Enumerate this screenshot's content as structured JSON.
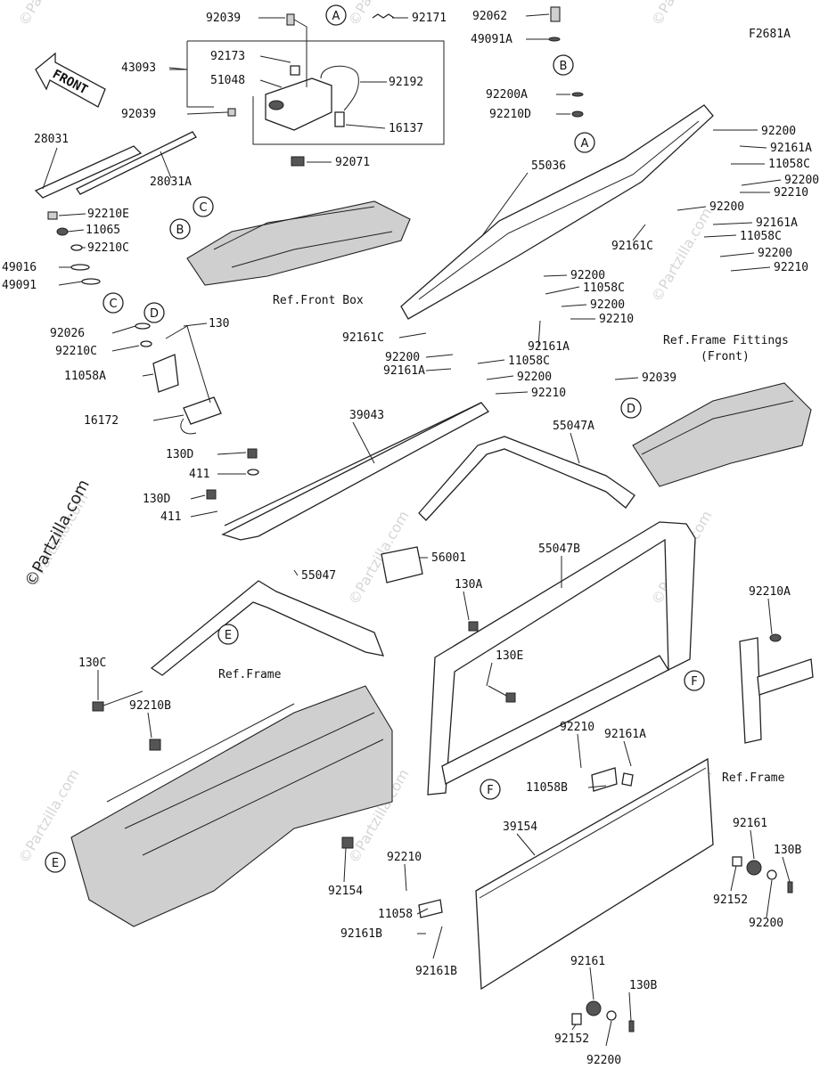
{
  "figure_code": "F2681A",
  "watermark": "©Partzilla.com",
  "front_label": "FRONT",
  "refs": {
    "front_box": "Ref.Front Box",
    "frame_fittings_1": "Ref.Frame Fittings",
    "frame_fittings_2": "(Front)",
    "frame_1": "Ref.Frame",
    "frame_2": "Ref.Frame"
  },
  "callouts": {
    "A": "A",
    "B": "B",
    "C": "C",
    "D": "D",
    "E": "E",
    "F": "F"
  },
  "parts": [
    "92039",
    "92171",
    "92062",
    "49091A",
    "43093",
    "92173",
    "51048",
    "92192",
    "92039",
    "16137",
    "92071",
    "92200A",
    "92210D",
    "F2681A",
    "28031",
    "28031A",
    "92210E",
    "11065",
    "92210C",
    "49016",
    "49091",
    "92026",
    "92210C",
    "130",
    "11058A",
    "16172",
    "55036",
    "92200",
    "92161A",
    "11058C",
    "92200",
    "92210",
    "92200",
    "92161A",
    "11058C",
    "92200",
    "92210",
    "92161C",
    "92200",
    "11058C",
    "92200",
    "92210",
    "92161C",
    "92161A",
    "92200",
    "92161A",
    "11058C",
    "92200",
    "92210",
    "92039",
    "39043",
    "55047A",
    "130D",
    "411",
    "130D",
    "411",
    "56001",
    "55047",
    "55047B",
    "130A",
    "92210A",
    "130C",
    "130E",
    "92210B",
    "92210",
    "92161A",
    "11058B",
    "39154",
    "92161",
    "130B",
    "92154",
    "92210",
    "11058",
    "92161B",
    "92161B",
    "92152",
    "92200",
    "92161",
    "130B",
    "92152",
    "92200"
  ]
}
